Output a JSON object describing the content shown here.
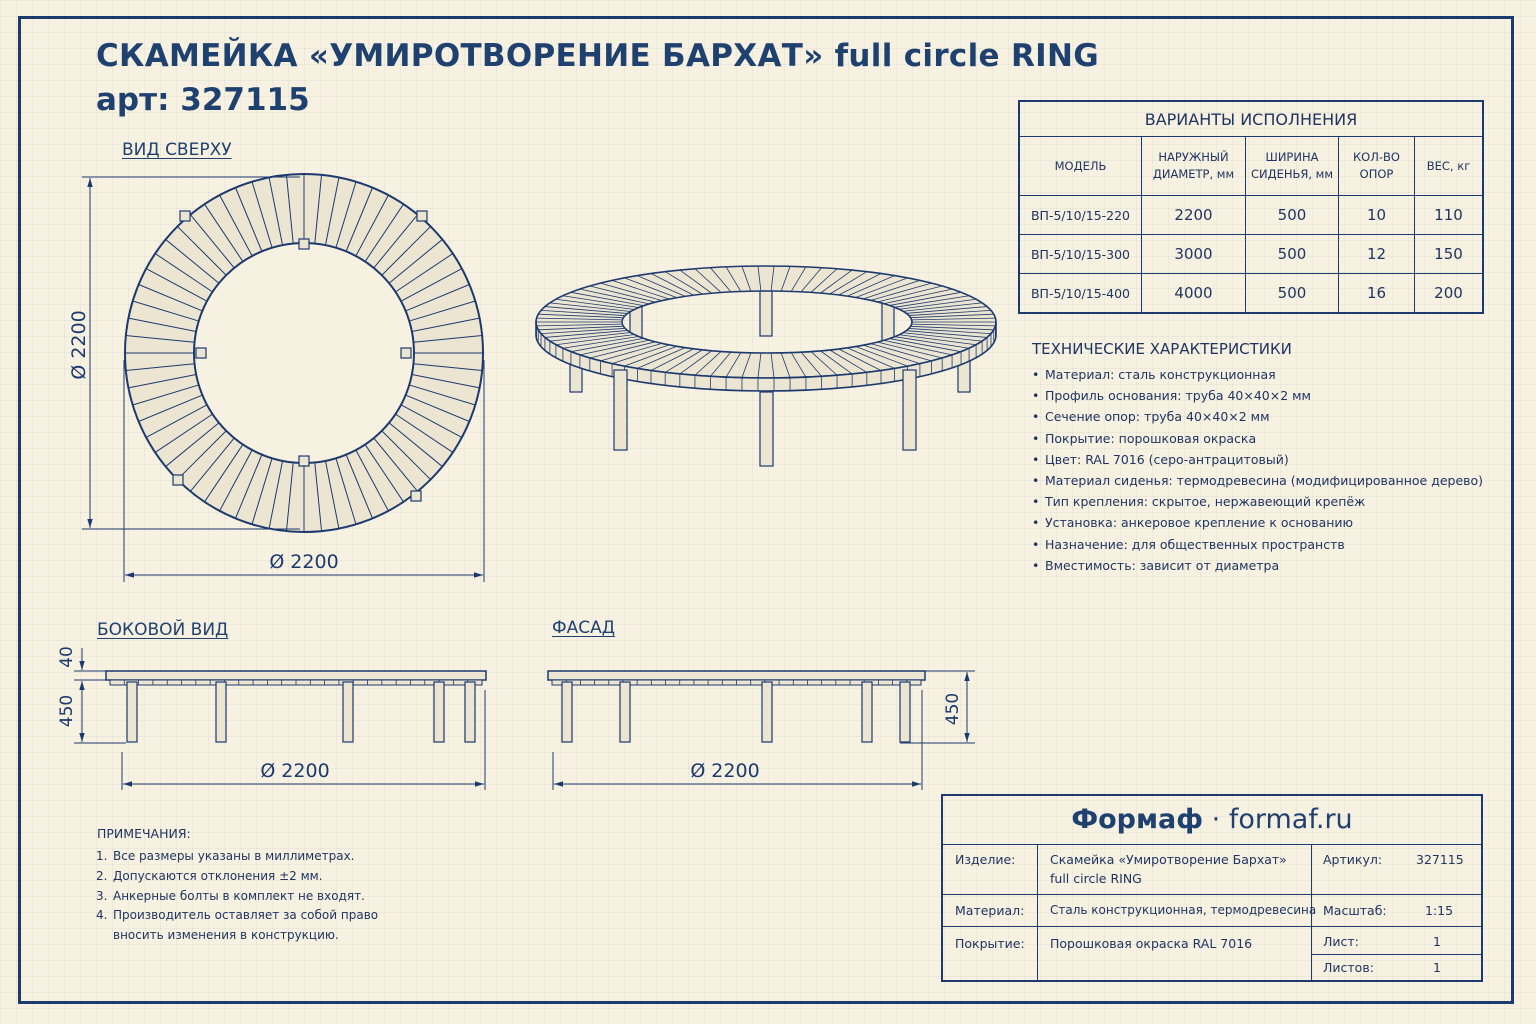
{
  "header": {
    "title": "СКАМЕЙКА «УМИРОТВОРЕНИЕ БАРХАТ» full circle RING",
    "article": "арт: 327115"
  },
  "views": {
    "top_view_label": "ВИД СВЕРХУ",
    "side_view_label": "БОКОВОЙ ВИД",
    "facade_label": "ФАСАД"
  },
  "dimensions": {
    "top_vertical": "Ø 2200",
    "top_horizontal": "Ø 2200",
    "side_seat_thickness": "40",
    "side_height": "450",
    "side_width": "Ø 2200",
    "facade_height": "450",
    "facade_width": "Ø 2200"
  },
  "variants": {
    "caption": "ВАРИАНТЫ ИСПОЛНЕНИЯ",
    "headers": [
      [
        "МОДЕЛЬ"
      ],
      [
        "НАРУЖНЫЙ",
        "ДИАМЕТР, мм"
      ],
      [
        "ШИРИНА",
        "СИДЕНЬЯ, мм"
      ],
      [
        "КОЛ-ВО",
        "ОПОР"
      ],
      [
        "ВЕС, кг"
      ]
    ],
    "rows": [
      [
        "ВП-5/10/15-220",
        "2200",
        "500",
        "10",
        "110"
      ],
      [
        "ВП-5/10/15-300",
        "3000",
        "500",
        "12",
        "150"
      ],
      [
        "ВП-5/10/15-400",
        "4000",
        "500",
        "16",
        "200"
      ]
    ]
  },
  "specs": {
    "title": "ТЕХНИЧЕСКИЕ ХАРАКТЕРИСТИКИ",
    "items": [
      "Материал: сталь конструкционная",
      "Профиль основания: труба 40×40×2 мм",
      "Сечение опор: труба 40×40×2 мм",
      "Покрытие: порошковая окраска",
      "Цвет: RAL 7016 (серо-антрацитовый)",
      "Материал сиденья: термодревесина (модифицированное дерево)",
      "Тип крепления: скрытое, нержавеющий крепёж",
      "Установка: анкеровое крепление к основанию",
      "Назначение: для общественных пространств",
      "Вместимость: зависит от диаметра"
    ]
  },
  "notes": {
    "title": "ПРИМЕЧАНИЯ:",
    "items": [
      "Все размеры указаны в миллиметрах.",
      "Допускаются отклонения ±2 мм.",
      "Анкерные болты в комплект не входят.",
      "Производитель оставляет за собой право"
    ],
    "continuation": "вносить изменения в конструкцию."
  },
  "title_block": {
    "brand": "Формаф",
    "separator": "·",
    "site": "formaf.ru",
    "product_label": "Изделие:",
    "product_line1": "Скамейка «Умиротворение Бархат»",
    "product_line2": "full circle RING",
    "article_label": "Артикул:",
    "article_value": "327115",
    "material_label": "Материал:",
    "material_value": "Сталь конструкционная, термодревесина",
    "scale_label": "Масштаб:",
    "scale_value": "1:15",
    "coating_label": "Покрытие:",
    "coating_value": "Порошковая окраска RAL 7016",
    "sheet_label": "Лист:",
    "sheet_value": "1",
    "sheets_label": "Листов:",
    "sheets_value": "1"
  },
  "colors": {
    "ink": "#1c3a6e",
    "paper": "#f7f1e1",
    "wood": "#ece5d2"
  }
}
